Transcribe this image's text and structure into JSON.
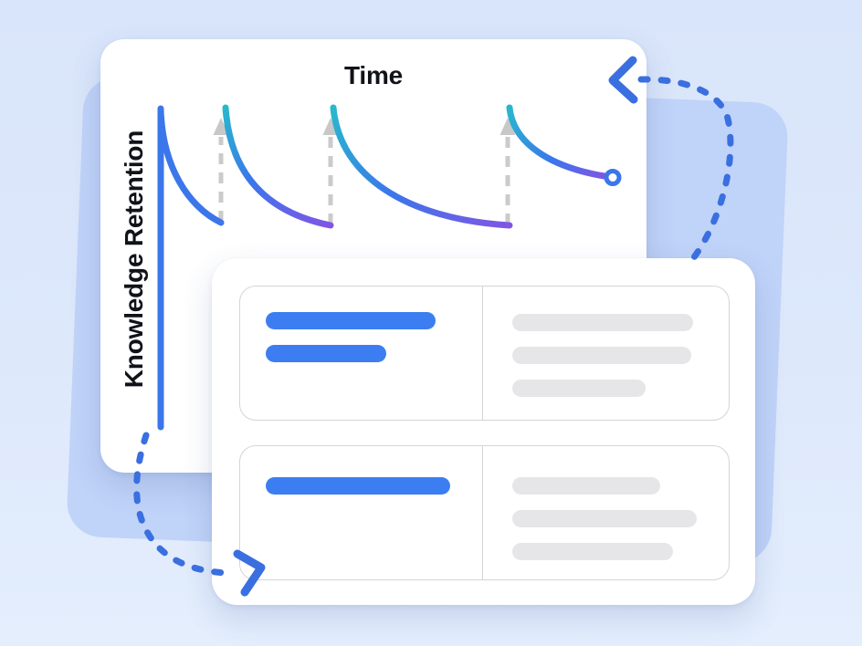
{
  "background": {
    "top_color": "#d9e5fa",
    "bottom_color": "#e4eefd",
    "accent_shape_color": "#c0d3f8"
  },
  "chart_card": {
    "title": "Time",
    "y_axis_label": "Knowledge Retention",
    "axis_color": "#3b76ea",
    "initial_curve_color": "#3b76ea",
    "curve_gradient": {
      "start": "#29b7ce",
      "middle": "#3b76ea",
      "end": "#8155e4"
    },
    "review_arrows": {
      "count": 3,
      "direction": "up",
      "color": "#cbcbcb",
      "head_color": "#c8c8c8",
      "style": "dashed"
    },
    "endpoint_marker": {
      "shape": "ring",
      "stroke_color": "#3b76ea",
      "fill_color": "#ffffff"
    },
    "curves": [
      {
        "name": "initial-learning-curve"
      },
      {
        "name": "first-review-curve"
      },
      {
        "name": "second-review-curve"
      },
      {
        "name": "third-review-curve"
      }
    ]
  },
  "cycle_arrows": {
    "color": "#3a6fe0",
    "style": "dashed",
    "top_right": {
      "name": "arrow-flashcards-to-chart",
      "head_direction": "left"
    },
    "bottom_left": {
      "name": "arrow-chart-to-flashcards",
      "head_direction": "right"
    }
  },
  "flashcards_card": {
    "row_border_color": "#d5d5d8",
    "question_bar_color": "#3c7ef2",
    "answer_bar_color": "#e6e6e8",
    "rows": [
      {
        "question_lines": [
          186,
          132
        ],
        "answer_lines": [
          198,
          196,
          146
        ]
      },
      {
        "question_lines": [
          202
        ],
        "answer_lines": [
          162,
          202,
          176
        ]
      }
    ]
  }
}
